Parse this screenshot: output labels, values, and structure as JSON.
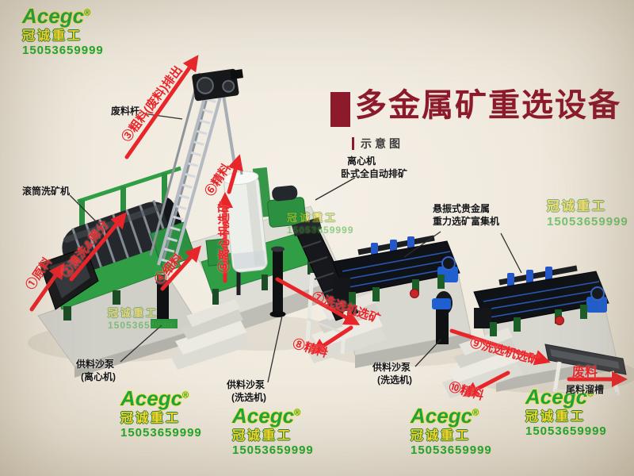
{
  "title": {
    "text": "多金属矿重选设备",
    "subtitle": "示意图"
  },
  "brand": {
    "name": "Acegc",
    "reg": "®",
    "company": "冠诚重工",
    "phone": "15053659999"
  },
  "flow_labels": [
    "①原料",
    "②清洗&筛分",
    "③粗料(废料)排出",
    "④细料",
    "⑤离心机选矿",
    "⑥精料",
    "⑦洗选机选矿",
    "⑧精料",
    "⑨洗选机选矿",
    "⑩精料",
    "废料"
  ],
  "machine_labels": {
    "drum_washer": "滚筒洗矿机",
    "waste_rod": "废料杆",
    "centrifuge_l1": "离心机",
    "centrifuge_l2": "卧式全自动排矿",
    "concentrator_l1": "悬振式贵金属",
    "concentrator_l2": "重力选矿富集机",
    "pump_centrifuge_l1": "供料沙泵",
    "pump_centrifuge_l2": "(离心机)",
    "pump_washer1_l1": "供料沙泵",
    "pump_washer1_l2": "(洗选机)",
    "pump_washer2_l1": "供料沙泵",
    "pump_washer2_l2": "(洗选机)",
    "tailings_chute": "尾料溜槽"
  },
  "colors": {
    "title_red": "#8c1a2b",
    "arrow_red": "#e8262a",
    "brand_green": "#12a23b",
    "brand_yellow": "#ffd91c",
    "machine_green": "#2f9e44",
    "accent_blue": "#1f5fd0",
    "background": "#efe9dd"
  }
}
